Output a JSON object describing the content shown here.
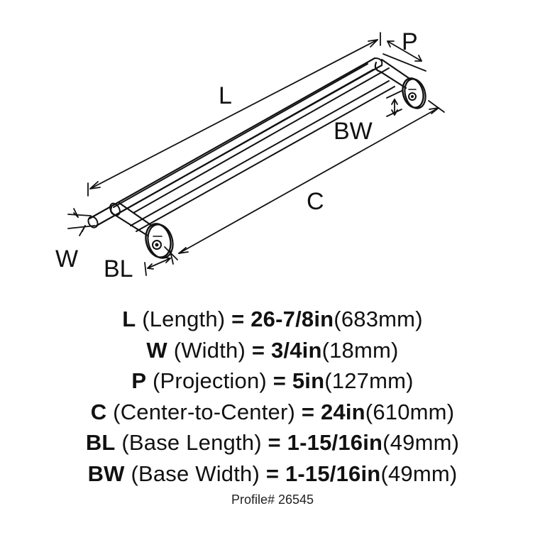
{
  "diagram": {
    "labels": {
      "L": "L",
      "P": "P",
      "BW": "BW",
      "C": "C",
      "W": "W",
      "BL": "BL"
    },
    "line_color": "#111111"
  },
  "specs": [
    {
      "key": "L",
      "desc": " (Length) ",
      "eq": "= ",
      "imp": "26-7/8in",
      "met": "(683mm)"
    },
    {
      "key": "W",
      "desc": " (Width) ",
      "eq": "= ",
      "imp": "3/4in",
      "met": "(18mm)"
    },
    {
      "key": "P",
      "desc": " (Projection) ",
      "eq": "= ",
      "imp": "5in",
      "met": "(127mm)"
    },
    {
      "key": "C",
      "desc": " (Center-to-Center) ",
      "eq": "= ",
      "imp": "24in",
      "met": "(610mm)"
    },
    {
      "key": "BL",
      "desc": " (Base Length) ",
      "eq": "= ",
      "imp": "1-15/16in",
      "met": "(49mm)"
    },
    {
      "key": "BW",
      "desc": " (Base Width) ",
      "eq": "= ",
      "imp": "1-15/16in",
      "met": "(49mm)"
    }
  ],
  "profile": "Profile# 26545"
}
